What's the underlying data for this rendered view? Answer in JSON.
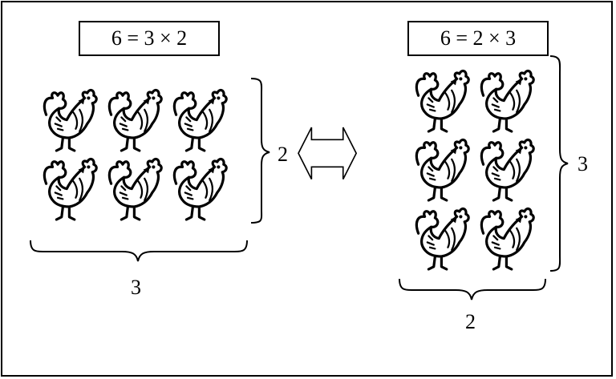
{
  "left_group": {
    "equation": "6 = 3 × 2",
    "rows": 2,
    "columns": 3,
    "brace_right_label": "2",
    "brace_bottom_label": "3"
  },
  "right_group": {
    "equation": "6 = 2 × 3",
    "rows": 3,
    "columns": 2,
    "brace_right_label": "3",
    "brace_bottom_label": "2"
  },
  "arrow": {
    "icon": "double-headed-arrow-icon"
  },
  "item_icon": "rooster-icon",
  "colors": {
    "stroke": "#000000",
    "background": "#ffffff"
  }
}
